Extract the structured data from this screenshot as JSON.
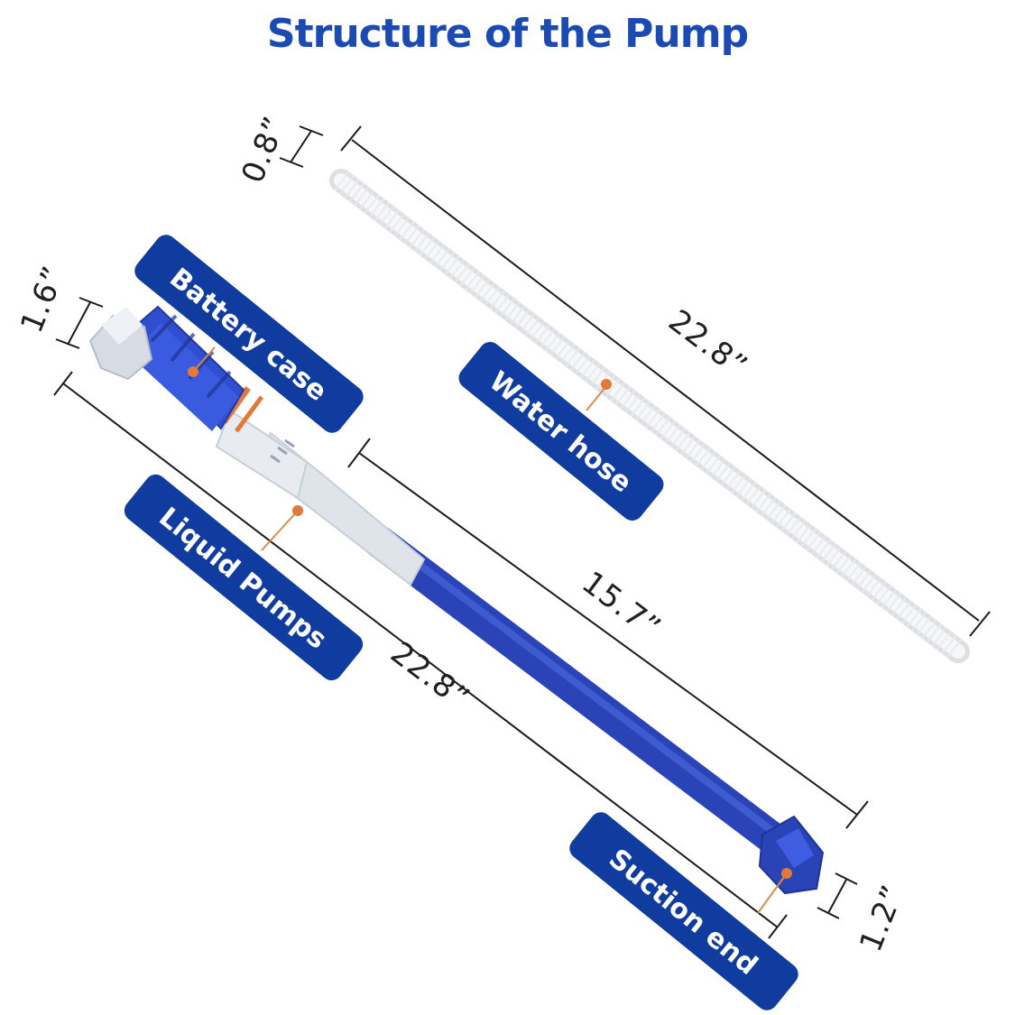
{
  "title": "Structure of the Pump",
  "dimensions": {
    "hose_diameter": "0.8”",
    "hose_length": "22.8”",
    "pump_diameter": "1.6”",
    "pump_length": "22.8”",
    "tube_length": "15.7”",
    "suction_diameter": "1.2”"
  },
  "labels": {
    "battery_case": "Battery case",
    "water_hose": "Water hose",
    "liquid_pumps": "Liquid Pumps",
    "suction_end": "Suction end"
  },
  "colors": {
    "title": "#1b4ab3",
    "label_bg": "#0f3c9e",
    "label_text": "#ffffff",
    "pump_blue": "#2f4fd0",
    "pump_grey": "#dde2ea",
    "accent_orange": "#e0793a",
    "dimension_line": "#1a1a1a"
  }
}
